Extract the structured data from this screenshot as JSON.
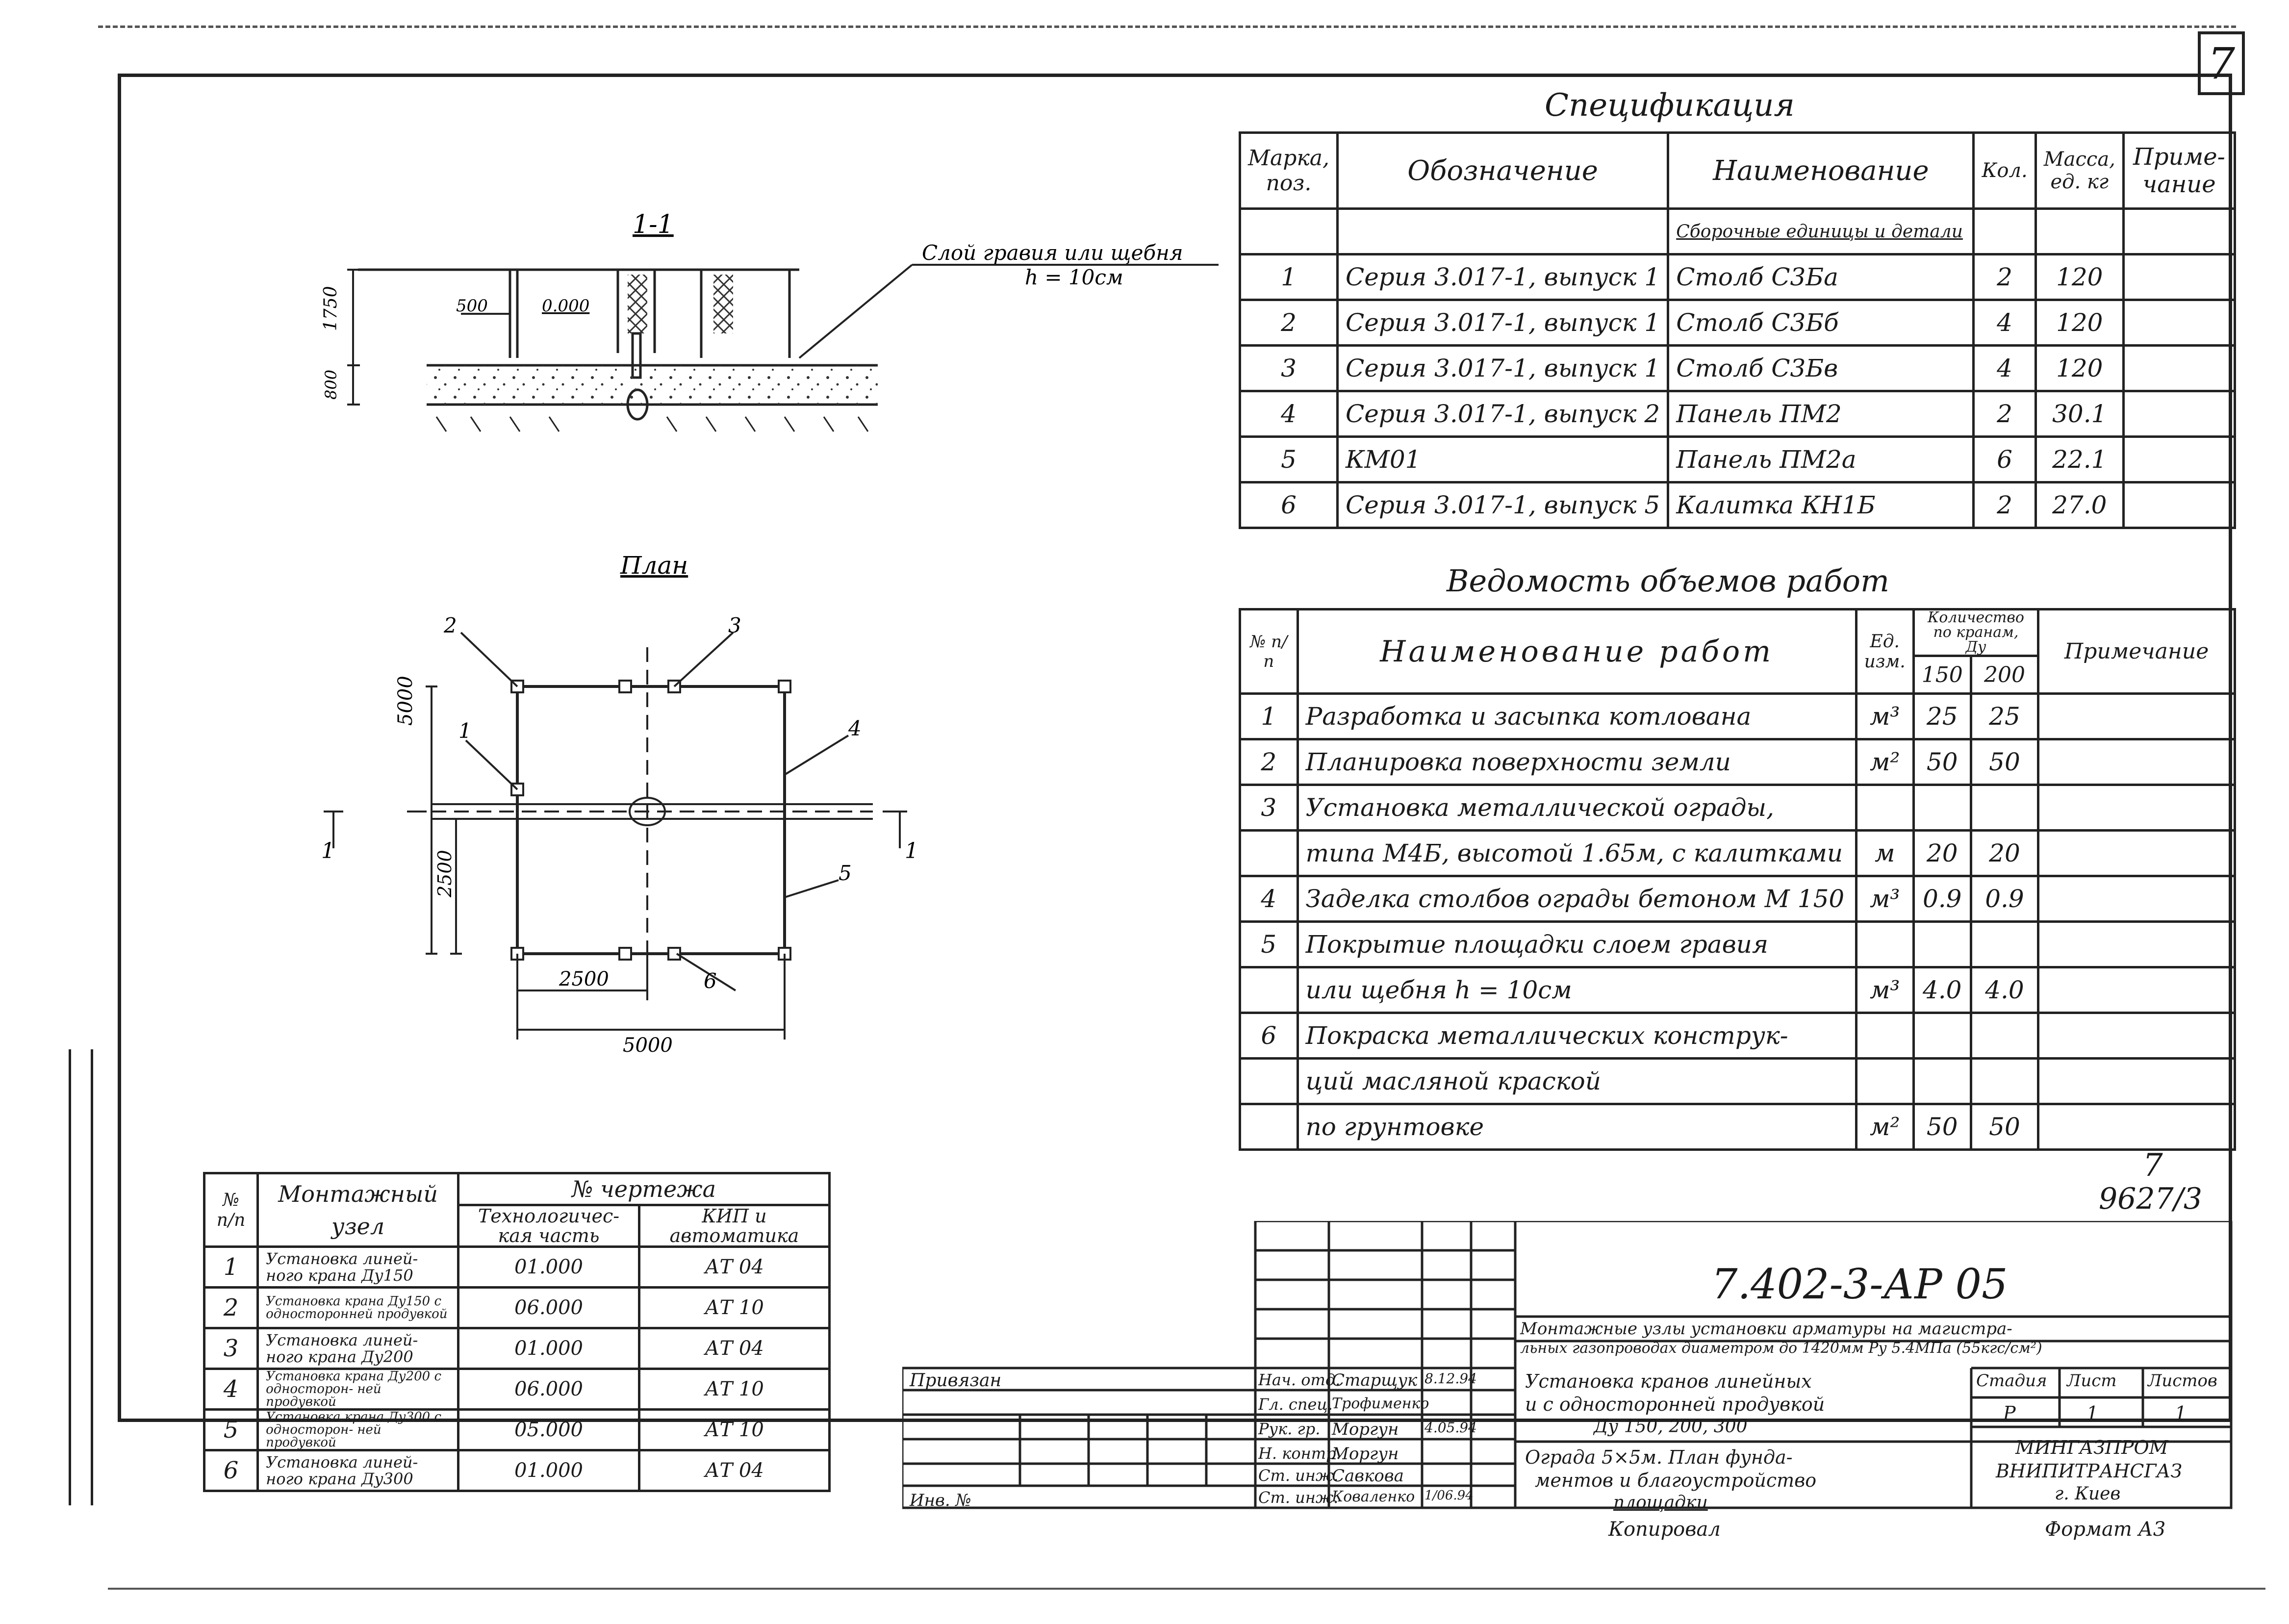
{
  "sheet_number": "7",
  "spec": {
    "title": "Спецификация",
    "headers": [
      "Марка, поз.",
      "Обозначение",
      "Наименование",
      "Кол.",
      "Масса, ед. кг",
      "Приме-чание"
    ],
    "section": "Сборочные единицы и детали",
    "rows": [
      {
        "pos": "1",
        "designation": "Серия 3.017-1, выпуск 1",
        "name": "Столб С3Ба",
        "qty": "2",
        "mass": "120",
        "note": ""
      },
      {
        "pos": "2",
        "designation": "Серия 3.017-1, выпуск 1",
        "name": "Столб С3Бб",
        "qty": "4",
        "mass": "120",
        "note": ""
      },
      {
        "pos": "3",
        "designation": "Серия 3.017-1, выпуск 1",
        "name": "Столб С3Бв",
        "qty": "4",
        "mass": "120",
        "note": ""
      },
      {
        "pos": "4",
        "designation": "Серия 3.017-1, выпуск 2",
        "name": "Панель ПМ2",
        "qty": "2",
        "mass": "30.1",
        "note": ""
      },
      {
        "pos": "5",
        "designation": "КМ01",
        "name": "Панель ПМ2а",
        "qty": "6",
        "mass": "22.1",
        "note": ""
      },
      {
        "pos": "6",
        "designation": "Серия 3.017-1, выпуск 5",
        "name": "Калитка КН1Б",
        "qty": "2",
        "mass": "27.0",
        "note": ""
      }
    ]
  },
  "volumes": {
    "title": "Ведомость объемов работ",
    "headers": {
      "num": "№ п/п",
      "name": "Наименование работ",
      "unit": "Ед. изм.",
      "qty": "Количество по кранам, Ду",
      "d1": "150",
      "d2": "200",
      "note": "Примечание"
    },
    "rows": [
      {
        "n": "1",
        "name": "Разработка и засыпка котлована",
        "unit": "м³",
        "a": "25",
        "b": "25"
      },
      {
        "n": "2",
        "name": "Планировка поверхности земли",
        "unit": "м²",
        "a": "50",
        "b": "50"
      },
      {
        "n": "3",
        "name": "Установка металлической ограды,",
        "unit": "",
        "a": "",
        "b": ""
      },
      {
        "n": "",
        "name": "типа М4Б, высотой 1.65м, с калитками",
        "unit": "м",
        "a": "20",
        "b": "20"
      },
      {
        "n": "4",
        "name": "Заделка столбов ограды бетоном М 150",
        "unit": "м³",
        "a": "0.9",
        "b": "0.9"
      },
      {
        "n": "5",
        "name": "Покрытие площадки слоем гравия",
        "unit": "",
        "a": "",
        "b": ""
      },
      {
        "n": "",
        "name": "или щебня h = 10см",
        "unit": "м³",
        "a": "4.0",
        "b": "4.0"
      },
      {
        "n": "6",
        "name": "Покраска металлических конструк-",
        "unit": "",
        "a": "",
        "b": ""
      },
      {
        "n": "",
        "name": "ций масляной краской",
        "unit": "",
        "a": "",
        "b": ""
      },
      {
        "n": "",
        "name": "по грунтовке",
        "unit": "м²",
        "a": "50",
        "b": "50"
      }
    ]
  },
  "nodes": {
    "headers": {
      "num": "№ п/п",
      "node": "Монтажный узел",
      "drawing": "№ чертежа",
      "tech": "Технологичес-кая часть",
      "kip": "КИП и автоматика"
    },
    "rows": [
      {
        "n": "1",
        "node": "Установка линей- ного крана Ду150",
        "tech": "01.000",
        "kip": "АТ 04"
      },
      {
        "n": "2",
        "node": "Установка крана Ду150 с односторонней продувкой",
        "tech": "06.000",
        "kip": "АТ 10"
      },
      {
        "n": "3",
        "node": "Установка линей- ного крана Ду200",
        "tech": "01.000",
        "kip": "АТ 04"
      },
      {
        "n": "4",
        "node": "Установка крана Ду200 с односторон- ней продувкой",
        "tech": "06.000",
        "kip": "АТ 10"
      },
      {
        "n": "5",
        "node": "Установка крана Ду300 с односторон- ней продувкой",
        "tech": "05.000",
        "kip": "АТ 10"
      },
      {
        "n": "6",
        "node": "Установка линей- ного крана Ду300",
        "tech": "01.000",
        "kip": "АТ 04"
      }
    ]
  },
  "drawing": {
    "section_label": "1-1",
    "plan_label": "План",
    "gravel_note_1": "Слой гравия или щебня",
    "gravel_note_2": "h = 10см",
    "dim_1750": "1750",
    "dim_800": "800",
    "dim_500": "500",
    "elev": "0.000",
    "dim_5000_v": "5000",
    "dim_2500_v": "2500",
    "dim_2500_h": "2500",
    "dim_5000_h": "5000",
    "cut_mark": "1",
    "pos_labels": [
      "1",
      "2",
      "3",
      "4",
      "5",
      "6"
    ]
  },
  "stamp": {
    "doc_code": "7.402-3-АР 05",
    "album": "7",
    "album_no": "9627/3",
    "description_1": "Монтажные узлы установки арматуры на магистра-",
    "description_2": "льных газопроводах диаметром до 1420мм Ру 5.4МПа (55кгс/см²)",
    "sheet_title_1": "Установка кранов линейных",
    "sheet_title_2": "и с односторонней продувкой",
    "sheet_title_3": "Ду 150, 200, 300",
    "sheet_title_4": "Ограда 5×5м. План фунда-",
    "sheet_title_5": "ментов и благоустройство",
    "sheet_title_6": "площадки",
    "stage_h": "Стадия",
    "sheet_h": "Лист",
    "sheets_h": "Листов",
    "stage": "Р",
    "sheet": "1",
    "sheets": "1",
    "org_1": "МИНГАЗПРОМ",
    "org_2": "ВНИПИТРАНСГАЗ",
    "org_3": "г. Киев",
    "privyazan": "Привязан",
    "inv": "Инв. №",
    "copied": "Копировал",
    "format": "Формат А3",
    "roles": [
      {
        "role": "Нач. отд.",
        "name": "Старщук",
        "date": "8.12.94"
      },
      {
        "role": "Гл. спец.",
        "name": "Трофименко",
        "date": ""
      },
      {
        "role": "Рук. гр.",
        "name": "Моргун",
        "date": "4.05.94"
      },
      {
        "role": "Н. контр.",
        "name": "Моргун",
        "date": ""
      },
      {
        "role": "Ст. инж.",
        "name": "Савкова",
        "date": ""
      },
      {
        "role": "Ст. инж.",
        "name": "Коваленко",
        "date": "1/06.94"
      }
    ]
  }
}
